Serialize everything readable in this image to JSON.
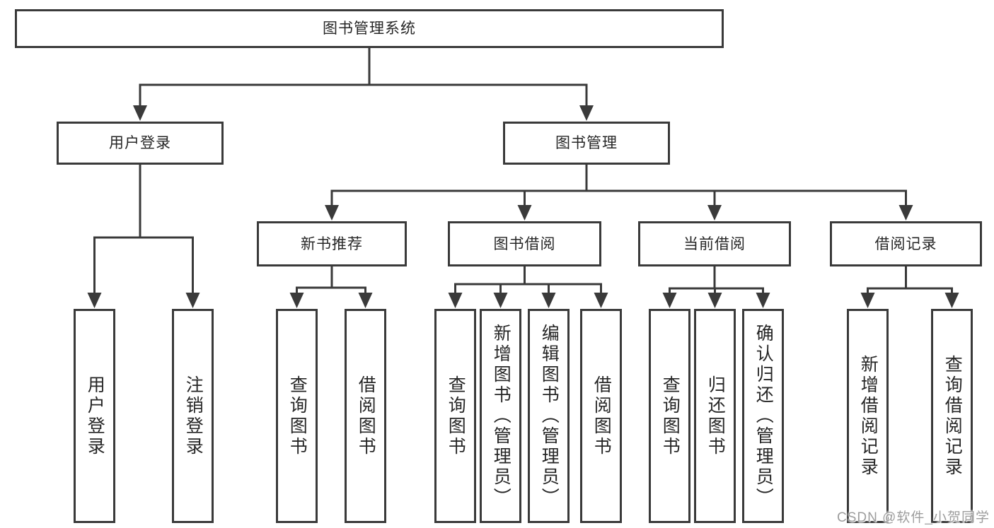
{
  "tree": {
    "root": "图书管理系统",
    "branches": [
      {
        "label": "用户登录",
        "children": [
          "用户登录",
          "注销登录"
        ]
      },
      {
        "label": "图书管理",
        "groups": [
          {
            "label": "新书推荐",
            "children": [
              "查询图书",
              "借阅图书"
            ]
          },
          {
            "label": "图书借阅",
            "children": [
              "查询图书",
              "新增图书（管理员）",
              "编辑图书（管理员）",
              "借阅图书"
            ]
          },
          {
            "label": "当前借阅",
            "children": [
              "查询图书",
              "归还图书",
              "确认归还（管理员）"
            ]
          },
          {
            "label": "借阅记录",
            "children": [
              "新增借阅记录",
              "查询借阅记录"
            ]
          }
        ]
      }
    ]
  },
  "watermark": {
    "text": "CSDN @软件_小贺同学"
  },
  "colors": {
    "line": "#3a3a3a",
    "box_border": "#3a3a3a",
    "box_fill": "#ffffff",
    "text": "#262626",
    "watermark": "#9d9d9d",
    "background": "#ffffff"
  }
}
